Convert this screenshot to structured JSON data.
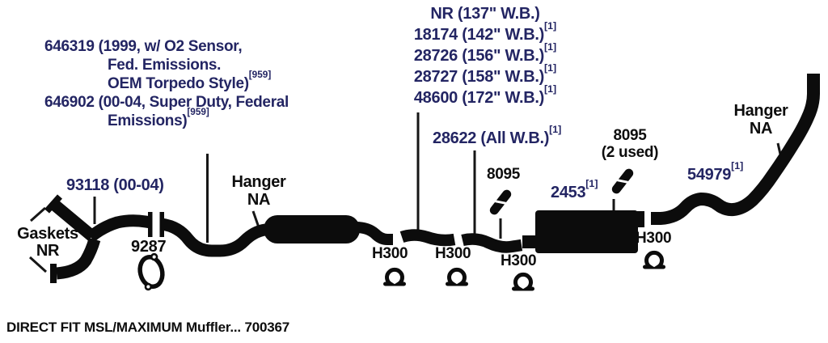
{
  "colors": {
    "part_number_navy": "#232563",
    "ink_black": "#0c0c0c"
  },
  "fitment_notes": {
    "line1": "646319 (1999, w/ O2 Sensor,",
    "line2": "Fed. Emissions.",
    "line3": "OEM Torpedo Style)",
    "line3_sup": "[959]",
    "line4": "646902 (00-04, Super Duty, Federal",
    "line5": "Emissions)",
    "line5_sup": "[959]"
  },
  "wheelbase_list": {
    "items": [
      {
        "text": "NR (137\" W.B.)",
        "sup": ""
      },
      {
        "text": "18174 (142\" W.B.)",
        "sup": "[1]"
      },
      {
        "text": "28726 (156\" W.B.)",
        "sup": "[1]"
      },
      {
        "text": "28727 (158\" W.B.)",
        "sup": "[1]"
      },
      {
        "text": "48600 (172\" W.B.)",
        "sup": "[1]"
      }
    ]
  },
  "callouts": {
    "front_pipe": "93118 (00-04)",
    "gaskets_line1": "Gaskets",
    "gaskets_line2": "NR",
    "flange_gasket": "9287",
    "hanger_mid_line1": "Hanger",
    "hanger_mid_line2": "NA",
    "extension_pipe": "28622 (All W.B.)",
    "extension_pipe_sup": "[1]",
    "clamp_front": "8095",
    "clamp_rear_line1": "8095",
    "clamp_rear_line2": "(2 used)",
    "muffler": "2453",
    "muffler_sup": "[1]",
    "tailpipe": "54979",
    "tailpipe_sup": "[1]",
    "hanger_rear_line1": "Hanger",
    "hanger_rear_line2": "NA",
    "hanger_labels": [
      "H300",
      "H300",
      "H300",
      "H300"
    ]
  },
  "icons": {
    "hanger_clamp": "exhaust-hanger-clamp-icon",
    "spring_clamp": "pipe-clamp-icon",
    "gasket": "flange-gasket-icon"
  },
  "caption": "DIRECT FIT MSL/MAXIMUM Muffler... 700367"
}
